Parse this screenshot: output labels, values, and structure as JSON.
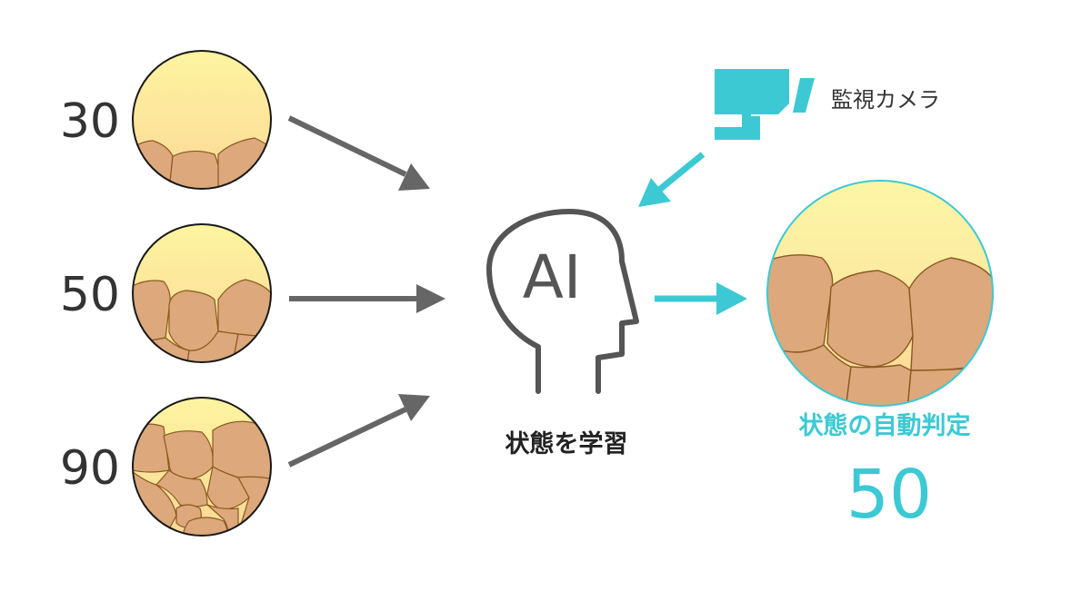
{
  "samples": [
    {
      "label": "30",
      "level": 30
    },
    {
      "label": "50",
      "level": 50
    },
    {
      "label": "90",
      "level": 90
    }
  ],
  "ai": {
    "head_text": "AI",
    "caption": "状態を学習"
  },
  "camera": {
    "label": "監視カメラ",
    "icon": "surveillance-camera-icon"
  },
  "result": {
    "caption": "状態の自動判定",
    "value": "50"
  },
  "colors": {
    "arrow_gray": "#666666",
    "accent_teal": "#3CC9D4",
    "cell_fill": "#DCA87C",
    "cell_stroke": "#8A5A1E",
    "bg_top": "#FDF4A0",
    "bg_bottom": "#FCD896",
    "text_dark": "#333333"
  }
}
